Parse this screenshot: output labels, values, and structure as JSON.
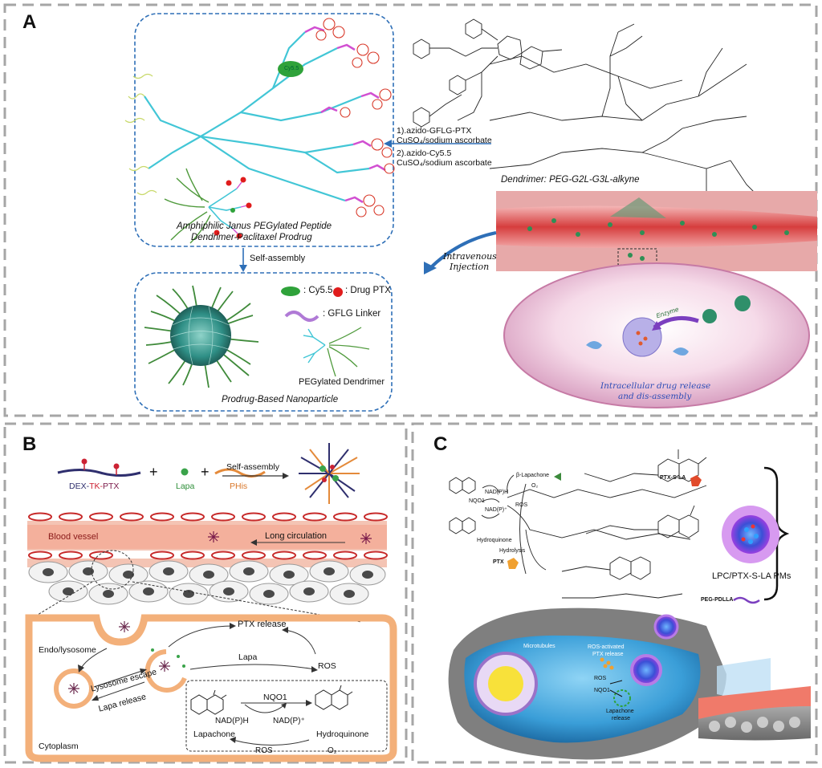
{
  "panelA": {
    "label": "A",
    "conjugate_title_line1": "Amphiphilic Janus PEGylated Peptide",
    "conjugate_title_line2": "Dendrimer-Paclitaxel Prodrug",
    "cy55_tag": "Cy5.5",
    "step1_line1": "1).azido-GFLG-PTX",
    "step1_line2": "CuSO₄/sodium ascorbate",
    "step2_line1": "2).azido-Cy5.5",
    "step2_line2": "CuSO₄/sodium ascorbate",
    "dendrimer_label": "Dendrimer: PEG-G2L-G3L-alkyne",
    "self_assembly": "Self-assembly",
    "legend_cy55": ": Cy5.5",
    "legend_drug": ": Drug PTX",
    "legend_linker": ": GFLG Linker",
    "legend_dendrimer": "PEGylated Dendrimer",
    "nanoparticle_label": "Prodrug-Based Nanoparticle",
    "injection_line1": "Intravenous",
    "injection_line2": "Injection",
    "enzyme": "Enzyme",
    "release_line1": "Intracellular drug release",
    "release_line2": "and dis-assembly"
  },
  "panelB": {
    "label": "B",
    "dex": "DEX-",
    "tk": "TK-",
    "ptx": "PTX",
    "plus": "+",
    "lapa": "Lapa",
    "phis": "PHis",
    "self_assembly": "Self-assembly",
    "blood_vessel": "Blood vessel",
    "long_circulation": "Long circulation",
    "endo": "Endo/lysosome",
    "lysosome_escape": "Lysosome escape",
    "lapa_release": "Lapa release",
    "ptx_release": "PTX release",
    "lapa_arrow": "Lapa",
    "ros_top": "ROS",
    "nqo1": "NQO1",
    "nadph": "NAD(P)H",
    "nadp": "NAD(P)⁺",
    "lapachone": "Lapachone",
    "hydroquinone": "Hydroquinone",
    "ros_bottom": "ROS",
    "o2": "O₂",
    "cytoplasm": "Cytoplasm"
  },
  "panelC": {
    "label": "C",
    "beta_lapachone": "β-Lapachone",
    "o2": "O₂",
    "nqo1": "NQO1",
    "nadph": "NAD(P)H",
    "nadp": "NAD(P)⁺",
    "ros": "ROS",
    "hydroquinone": "Hydroquinone",
    "hydrolysis": "Hydrolysis",
    "ptx_s_la": "PTX-S-LA",
    "ptx": "PTX",
    "peg_pdlla": "PEG-PDLLA",
    "pms": "LPC/PTX-S-LA PMs",
    "microtubules": "Microtubules",
    "ros_activated_line1": "ROS-activated",
    "ros_activated_line2": "PTX release",
    "ros_cell": "ROS",
    "nqo1_cell": "NQO1",
    "lapachone_release_line1": "Lapachone",
    "lapachone_release_line2": "release"
  },
  "colors": {
    "dash_border": "#a6a6a6",
    "blue_dash": "#2e6fb7",
    "cyan": "#42c6d6",
    "magenta": "#d14fd1",
    "ptx_red": "#d93a2b",
    "green": "#4f9a3c",
    "vessel_red": "#d44a4a",
    "orange": "#f3b07a",
    "purple": "#7b3fbf"
  }
}
